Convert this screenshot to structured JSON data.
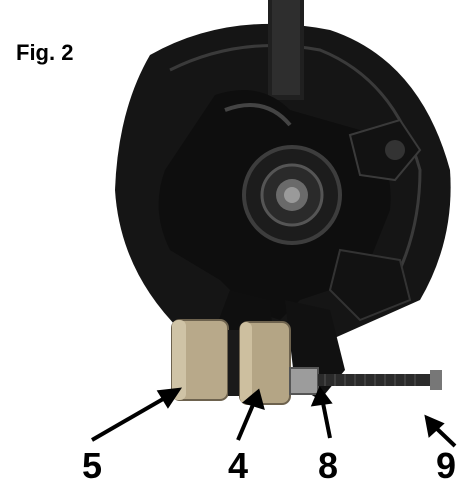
{
  "figure": {
    "label": "Fig. 2"
  },
  "callouts": [
    {
      "number": "5"
    },
    {
      "number": "4"
    },
    {
      "number": "8"
    },
    {
      "number": "9"
    }
  ],
  "colors": {
    "background": "#ffffff",
    "part_dark": "#1a1a1a",
    "bushing_tan": "#b8a98a",
    "rod_gray": "#2b2b2b"
  }
}
